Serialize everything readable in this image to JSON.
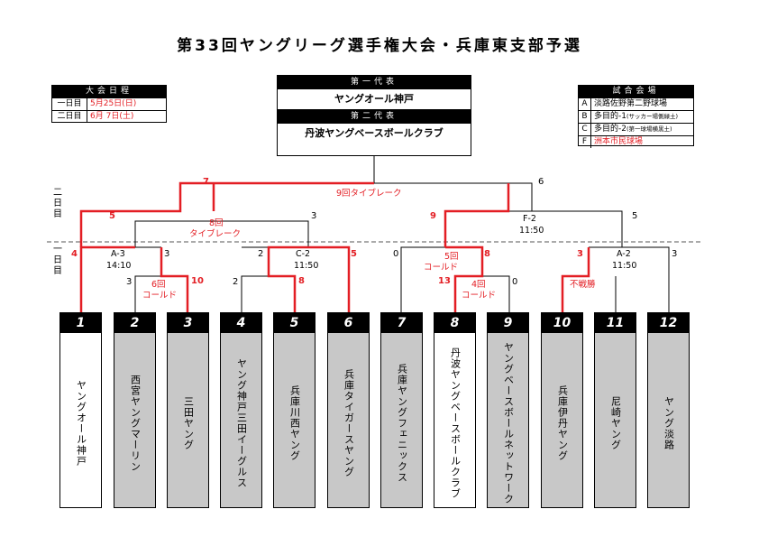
{
  "title": "第33回ヤングリーグ選手権大会・兵庫東支部予選",
  "schedule": {
    "header": "大会日程",
    "rows": [
      {
        "day": "一日目",
        "date": "5月25日(日)"
      },
      {
        "day": "二日目",
        "date": "6月 7日(土)"
      }
    ]
  },
  "champions": {
    "first_label": "第一代表",
    "first_team": "ヤングオール神戸",
    "second_label": "第二代表",
    "second_team": "丹波ヤングベースボールクラブ"
  },
  "venues": {
    "header": "試合会場",
    "rows": [
      {
        "key": "A",
        "name": "淡路佐野第二野球場",
        "note": ""
      },
      {
        "key": "B",
        "name": "多目的-1",
        "note": "(サッカー場側緑土)"
      },
      {
        "key": "C",
        "name": "多目的-2",
        "note": "(第一球場横黒土)"
      },
      {
        "key": "F",
        "name": "洲本市民球場",
        "note": ""
      }
    ]
  },
  "day_labels": {
    "day2": "二日目",
    "day1": "一日目"
  },
  "teams": [
    {
      "num": "1",
      "name": "ヤングオール神戸",
      "style": "white"
    },
    {
      "num": "2",
      "name": "西宮ヤングマーリン",
      "style": "grey"
    },
    {
      "num": "3",
      "name": "三田ヤング",
      "style": "grey"
    },
    {
      "num": "4",
      "name": "ヤング神戸三田イーグルス",
      "style": "grey"
    },
    {
      "num": "5",
      "name": "兵庫川西ヤング",
      "style": "grey"
    },
    {
      "num": "6",
      "name": "兵庫タイガースヤング",
      "style": "grey"
    },
    {
      "num": "7",
      "name": "兵庫ヤングフェニックス",
      "style": "grey"
    },
    {
      "num": "8",
      "name": "丹波ヤングベースボールクラブ",
      "style": "white"
    },
    {
      "num": "9",
      "name": "ヤングベースボールネットワーク",
      "style": "grey"
    },
    {
      "num": "10",
      "name": "兵庫伊丹ヤング",
      "style": "grey"
    },
    {
      "num": "11",
      "name": "尼崎ヤング",
      "style": "grey"
    },
    {
      "num": "12",
      "name": "ヤング淡路",
      "style": "grey"
    }
  ],
  "game_labels": {
    "g_a3": "A-3",
    "g_a3_time": "14:10",
    "g_c2": "C-2",
    "g_c2_time": "11:50",
    "g_f2": "F-2",
    "g_f2_time": "11:50",
    "g_a2": "A-2",
    "g_a2_time": "11:50",
    "n_6kai": "6回",
    "n_cold1": "コールド",
    "n_8kai": "8回",
    "n_tb1": "タイブレーク",
    "n_9kai_tb": "9回タイブレーク",
    "n_5kai": "5回",
    "n_cold2": "コールド",
    "n_4kai": "4回",
    "n_cold3": "コールド",
    "n_fusen": "不戦勝"
  },
  "scores": {
    "s1_left": "3",
    "s1_right": "10",
    "s2_left": "2",
    "s2_right": "8",
    "s3_left": "13",
    "s3_right": "0",
    "a3_left": "4",
    "a3_right": "3",
    "c2_left": "2",
    "c2_right": "5",
    "f_left": "0",
    "f_right": "8",
    "a2_left": "3",
    "a2_right": "3",
    "sf_l_left": "5",
    "sf_l_right": "3",
    "sf_r_left": "9",
    "sf_r_right": "5",
    "final_left": "7",
    "final_right": "6"
  },
  "colors": {
    "win": "#e31e24",
    "line": "#000000",
    "grey": "#c8c8c8"
  }
}
